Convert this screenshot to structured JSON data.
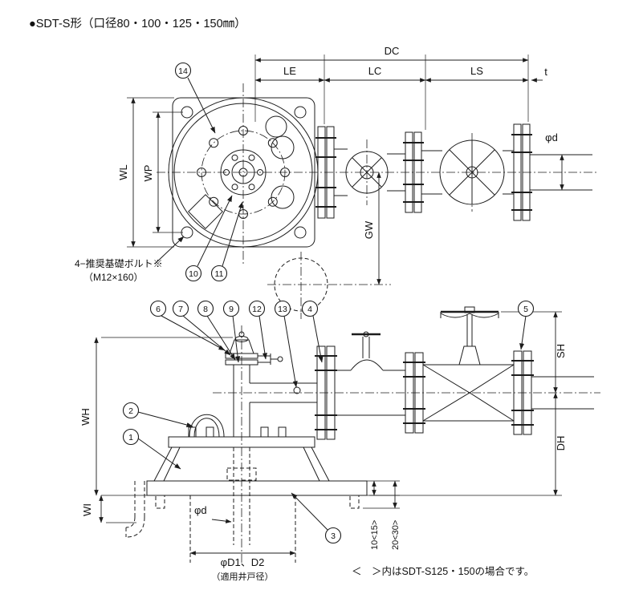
{
  "title": "●SDT-S形（口径80・100・125・150㎜）",
  "note": "＜　＞内はSDT-S125・150の場合です。",
  "annotations": {
    "anchor_bolt_line1": "4−推奨基礎ボルト※",
    "anchor_bolt_line2": "（M12×160）",
    "well_dia_label": "φD1、D2",
    "well_dia_note": "（適用井戸径）"
  },
  "dim_labels": {
    "dc": "DC",
    "le": "LE",
    "lc": "LC",
    "ls": "LS",
    "t": "t",
    "phi_d_top": "φd",
    "phi_d_bottom": "φd",
    "wl": "WL",
    "wp": "WP",
    "gw": "GW",
    "wh": "WH",
    "wi": "WI",
    "sh": "SH",
    "dh": "DH",
    "plate_thickness": "10<15>",
    "bolt_projection": "20<30>"
  },
  "callouts": {
    "c1": "1",
    "c2": "2",
    "c3": "3",
    "c4": "4",
    "c5": "5",
    "c6": "6",
    "c7": "7",
    "c8": "8",
    "c9": "9",
    "c10": "10",
    "c11": "11",
    "c12": "12",
    "c13": "13",
    "c14": "14"
  }
}
